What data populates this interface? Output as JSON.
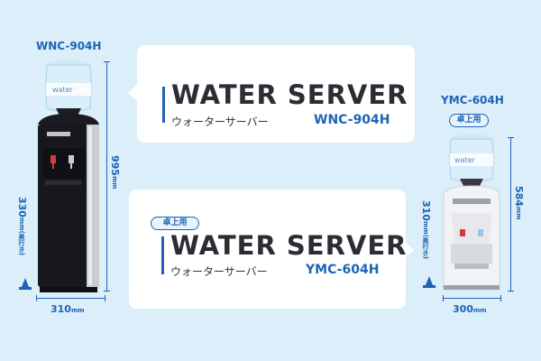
{
  "colors": {
    "background": "#dbeefa",
    "accent": "#1e63b5",
    "title": "#2c2c34"
  },
  "floor_server": {
    "model": "WNC-904H",
    "bottle_brand": "water",
    "height_value": "995",
    "height_unit": "mm",
    "width_value": "310",
    "width_unit": "mm",
    "depth_value": "330",
    "depth_unit": "mm",
    "depth_note": "(奥行き)"
  },
  "desk_server": {
    "model": "YMC-604H",
    "badge": "卓上用",
    "bottle_brand": "water",
    "height_value": "584",
    "height_unit": "mm",
    "width_value": "300",
    "width_unit": "mm",
    "depth_value": "310",
    "depth_unit": "mm",
    "depth_note": "(奥行き)"
  },
  "callout_top": {
    "title": "WATER SERVER",
    "subtitle": "ウォーターサーバー",
    "model": "WNC-904H"
  },
  "callout_bottom": {
    "badge": "卓上用",
    "title": "WATER SERVER",
    "subtitle": "ウォーターサーバー",
    "model": "YMC-604H"
  }
}
